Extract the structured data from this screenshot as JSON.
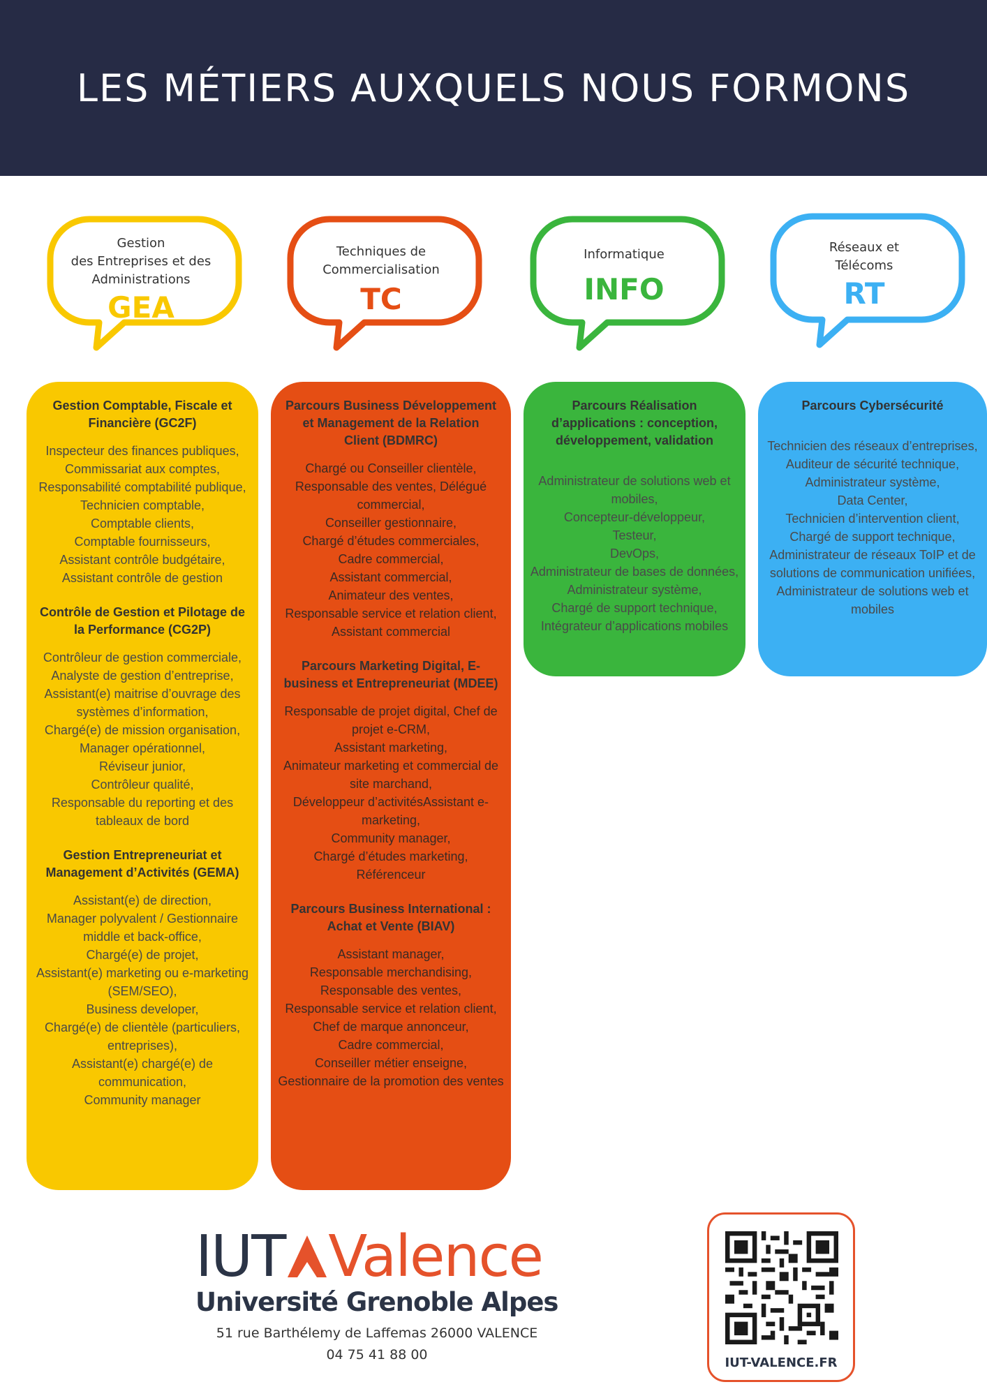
{
  "header": {
    "title": "LES MÉTIERS AUXQUELS NOUS FORMONS"
  },
  "colors": {
    "gea": "#f9c800",
    "tc": "#e54e14",
    "info": "#3ab53d",
    "rt": "#3cb0f3",
    "navy": "#262b45",
    "brand_orange": "#e5522b"
  },
  "departments": [
    {
      "name": "Gestion\ndes Entreprises et des\nAdministrations",
      "code": "GEA"
    },
    {
      "name": "Techniques de\nCommercialisation",
      "code": "TC"
    },
    {
      "name": "Informatique",
      "code": "INFO"
    },
    {
      "name": "Réseaux et\nTélécoms",
      "code": "RT"
    }
  ],
  "columns": [
    {
      "sections": [
        {
          "title": "Gestion Comptable, Fiscale et Financière (GC2F)",
          "jobs": "Inspecteur des finances publiques,\nCommissariat aux comptes,\nResponsabilité comptabilité publique,\nTechnicien comptable,\nComptable clients,\nComptable fournisseurs,\nAssistant contrôle budgétaire,\nAssistant contrôle de gestion"
        },
        {
          "title": "Contrôle de Gestion et Pilotage de la Performance (CG2P)",
          "jobs": "Contrôleur de gestion commerciale,\nAnalyste de gestion d’entreprise,\nAssistant(e) maitrise d’ouvrage des systèmes d’information,\nChargé(e) de mission organisation,\nManager opérationnel,\nRéviseur junior,\nContrôleur qualité,\nResponsable du reporting et des tableaux de bord"
        },
        {
          "title": "Gestion Entrepreneuriat et Management d’Activités (GEMA)",
          "jobs": "Assistant(e) de direction,\nManager polyvalent / Gestionnaire middle et back-office,\nChargé(e) de projet,\nAssistant(e) marketing ou e-marketing (SEM/SEO),\nBusiness developer,\nChargé(e) de clientèle (particuliers, entreprises),\nAssistant(e) chargé(e) de communication,\nCommunity manager"
        }
      ]
    },
    {
      "sections": [
        {
          "title": "Parcours Business Développement et Management de la Relation Client (BDMRC)",
          "jobs": "Chargé ou Conseiller clientèle,\nResponsable des ventes, Délégué commercial,\nConseiller gestionnaire,\nChargé d’études commerciales,\nCadre commercial,\nAssistant commercial,\nAnimateur des ventes,\nResponsable service et relation client,\nAssistant commercial"
        },
        {
          "title": "Parcours Marketing Digital, E-business et Entrepreneuriat (MDEE)",
          "jobs": "Responsable de projet digital, Chef de projet e-CRM,\nAssistant marketing,\nAnimateur marketing et commercial de site marchand,\nDéveloppeur d’activitésAssistant e-marketing,\nCommunity manager,\nChargé d’études marketing,\nRéférenceur"
        },
        {
          "title": "Parcours Business International : Achat et Vente (BIAV)",
          "jobs": "Assistant manager,\nResponsable merchandising,\nResponsable des ventes,\nResponsable service et relation client,\nChef de marque annonceur,\nCadre commercial,\nConseiller métier enseigne,\nGestionnaire de la promotion des ventes"
        }
      ]
    },
    {
      "sections": [
        {
          "title": "Parcours Réalisation d’applications : conception, développement, validation",
          "jobs": "Administrateur de solutions web et mobiles,\nConcepteur-développeur,\nTesteur,\nDevOps,\nAdministrateur de bases de données,\nAdministrateur système,\nChargé de support technique,\nIntégrateur d’applications mobiles"
        }
      ]
    },
    {
      "sections": [
        {
          "title": "Parcours Cybersécurité",
          "jobs": "Technicien des réseaux d’entreprises,\nAuditeur de sécurité technique,\nAdministrateur système,\nData Center,\nTechnicien d’intervention client,\nChargé de support technique,\nAdministrateur de réseaux ToIP et de solutions de communication unifiées,\nAdministrateur de solutions web et mobiles"
        }
      ]
    }
  ],
  "footer": {
    "logo_iut": "IUT",
    "logo_valence": "Valence",
    "logo_university": "Université Grenoble Alpes",
    "address": "51 rue Barthélemy de Laffemas 26000 VALENCE",
    "phone": "04 75 41 88 00",
    "qr_label": "IUT-VALENCE.FR"
  }
}
